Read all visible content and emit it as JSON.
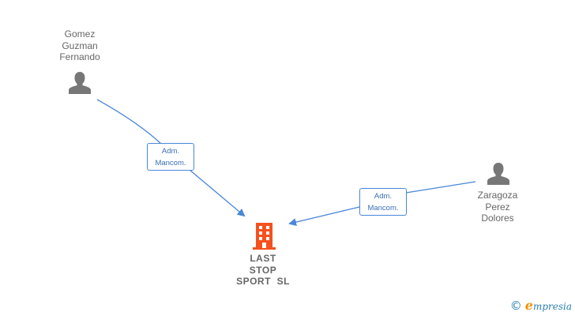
{
  "colors": {
    "edge": "#4a86d8",
    "person_icon": "#777777",
    "company_icon": "#f4511e",
    "label_text": "#666666",
    "brand_blue": "#2a7fb0",
    "brand_orange": "#f39200"
  },
  "nodes": {
    "person_1": {
      "type": "person",
      "name_lines": [
        "Gomez",
        "Guzman",
        "Fernando"
      ],
      "icon": "person-icon"
    },
    "person_2": {
      "type": "person",
      "name_lines": [
        "Zaragoza",
        "Perez",
        "Dolores"
      ],
      "icon": "person-icon"
    },
    "company": {
      "type": "company",
      "name_lines": [
        "LAST",
        "STOP",
        "SPORT  SL"
      ],
      "icon": "building-icon"
    }
  },
  "edges": [
    {
      "from": "person_1",
      "to": "company",
      "label_lines": [
        "Adm.",
        "Mancom."
      ]
    },
    {
      "from": "person_2",
      "to": "company",
      "label_lines": [
        "Adm.",
        "Mancom."
      ]
    }
  ],
  "footer": {
    "copyright_symbol": "©",
    "brand_initial": "e",
    "brand_rest": "mpresia"
  }
}
